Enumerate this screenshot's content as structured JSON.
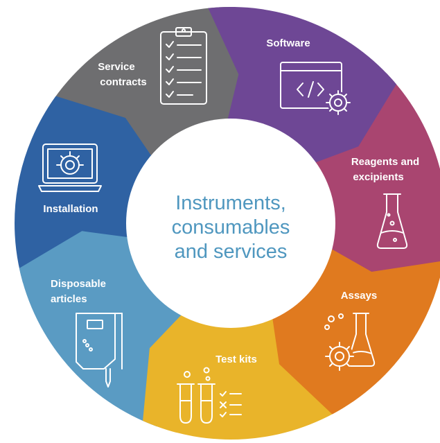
{
  "center": {
    "line1": "Instruments,",
    "line2": "consumables",
    "line3": "and services"
  },
  "segments": [
    {
      "label_lines": [
        "Software"
      ],
      "color": "#6e4795",
      "icon": "code-window-gear-icon"
    },
    {
      "label_lines": [
        "Reagents and",
        "excipients"
      ],
      "color": "#a94570",
      "icon": "flask-icon"
    },
    {
      "label_lines": [
        "Assays"
      ],
      "color": "#e07a1f",
      "icon": "flask-gear-icon"
    },
    {
      "label_lines": [
        "Test kits"
      ],
      "color": "#e9b42a",
      "icon": "test-tubes-checklist-icon"
    },
    {
      "label_lines": [
        "Disposable",
        "articles"
      ],
      "color": "#5a9bc3",
      "icon": "disposable-chip-icon"
    },
    {
      "label_lines": [
        "Installation"
      ],
      "color": "#2f62a3",
      "icon": "laptop-gear-icon"
    },
    {
      "label_lines": [
        "Service",
        "contracts"
      ],
      "color": "#6e6e70",
      "icon": "clipboard-checklist-icon"
    }
  ]
}
